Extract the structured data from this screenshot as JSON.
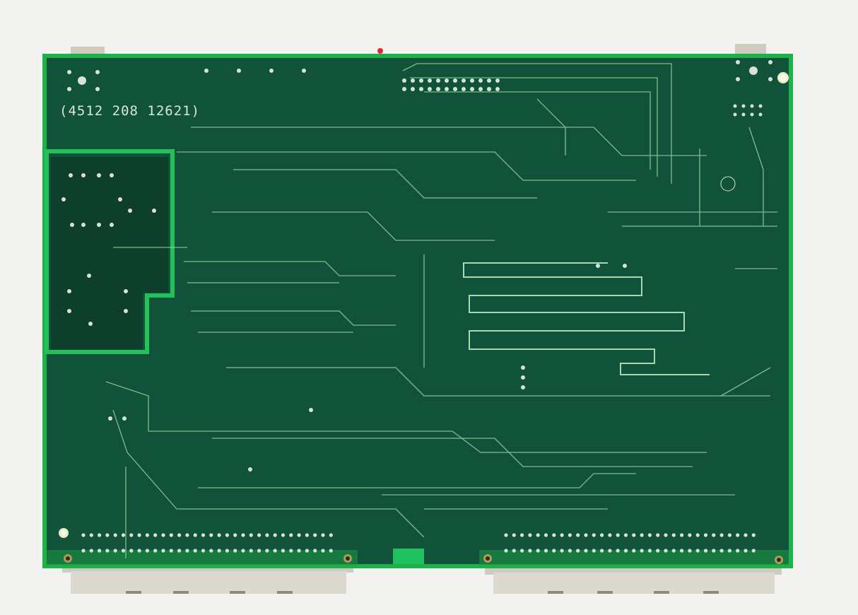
{
  "scene": {
    "subject": "printed circuit board, solder side",
    "background_color": "#f2f2f1",
    "board_color": "#0f4a32",
    "board_edge_color": "#1fb04a",
    "trace_color": "#a8d8b0",
    "pad_color": "#d8e2da",
    "connector_color": "#dcd9d0"
  },
  "board": {
    "part_number_label": "(4512 208 12621)",
    "connectors": [
      {
        "name": "left-edge-connector",
        "pin_rows": 2,
        "pins_per_row": 32
      },
      {
        "name": "right-edge-connector",
        "pin_rows": 2,
        "pins_per_row": 32
      }
    ],
    "mounting_holes": 4
  }
}
